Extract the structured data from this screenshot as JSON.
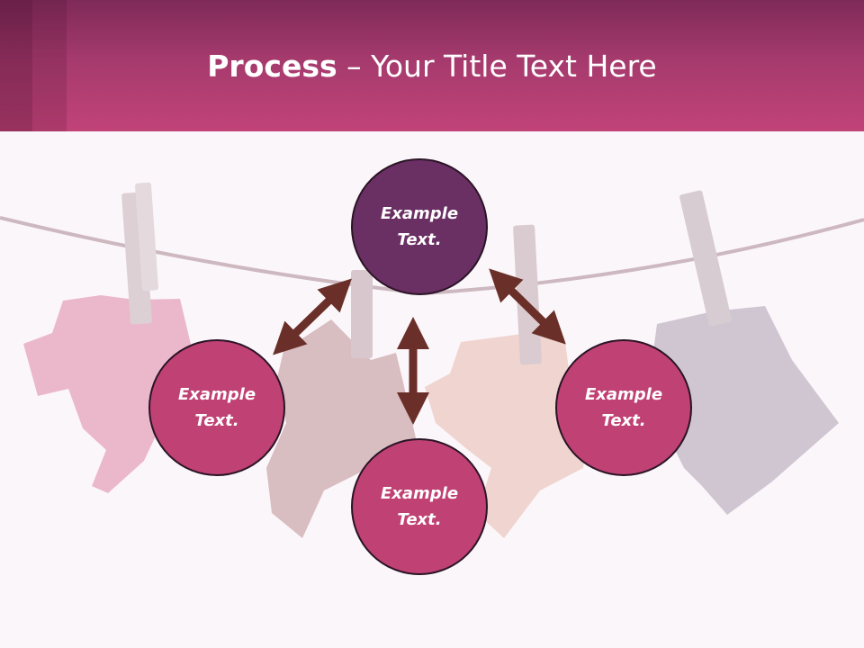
{
  "slide": {
    "title_bold": "Process",
    "title_rest": " – Your Title Text Here"
  },
  "diagram": {
    "nodes": [
      {
        "id": "top",
        "text": "Example Text."
      },
      {
        "id": "left",
        "text": "Example Text."
      },
      {
        "id": "right",
        "text": "Example Text."
      },
      {
        "id": "bottom",
        "text": "Example Text."
      }
    ]
  },
  "colors": {
    "header": "#c14378",
    "node_primary": "#6a2f63",
    "node_secondary": "#c04173",
    "arrow": "#6a2f28"
  }
}
